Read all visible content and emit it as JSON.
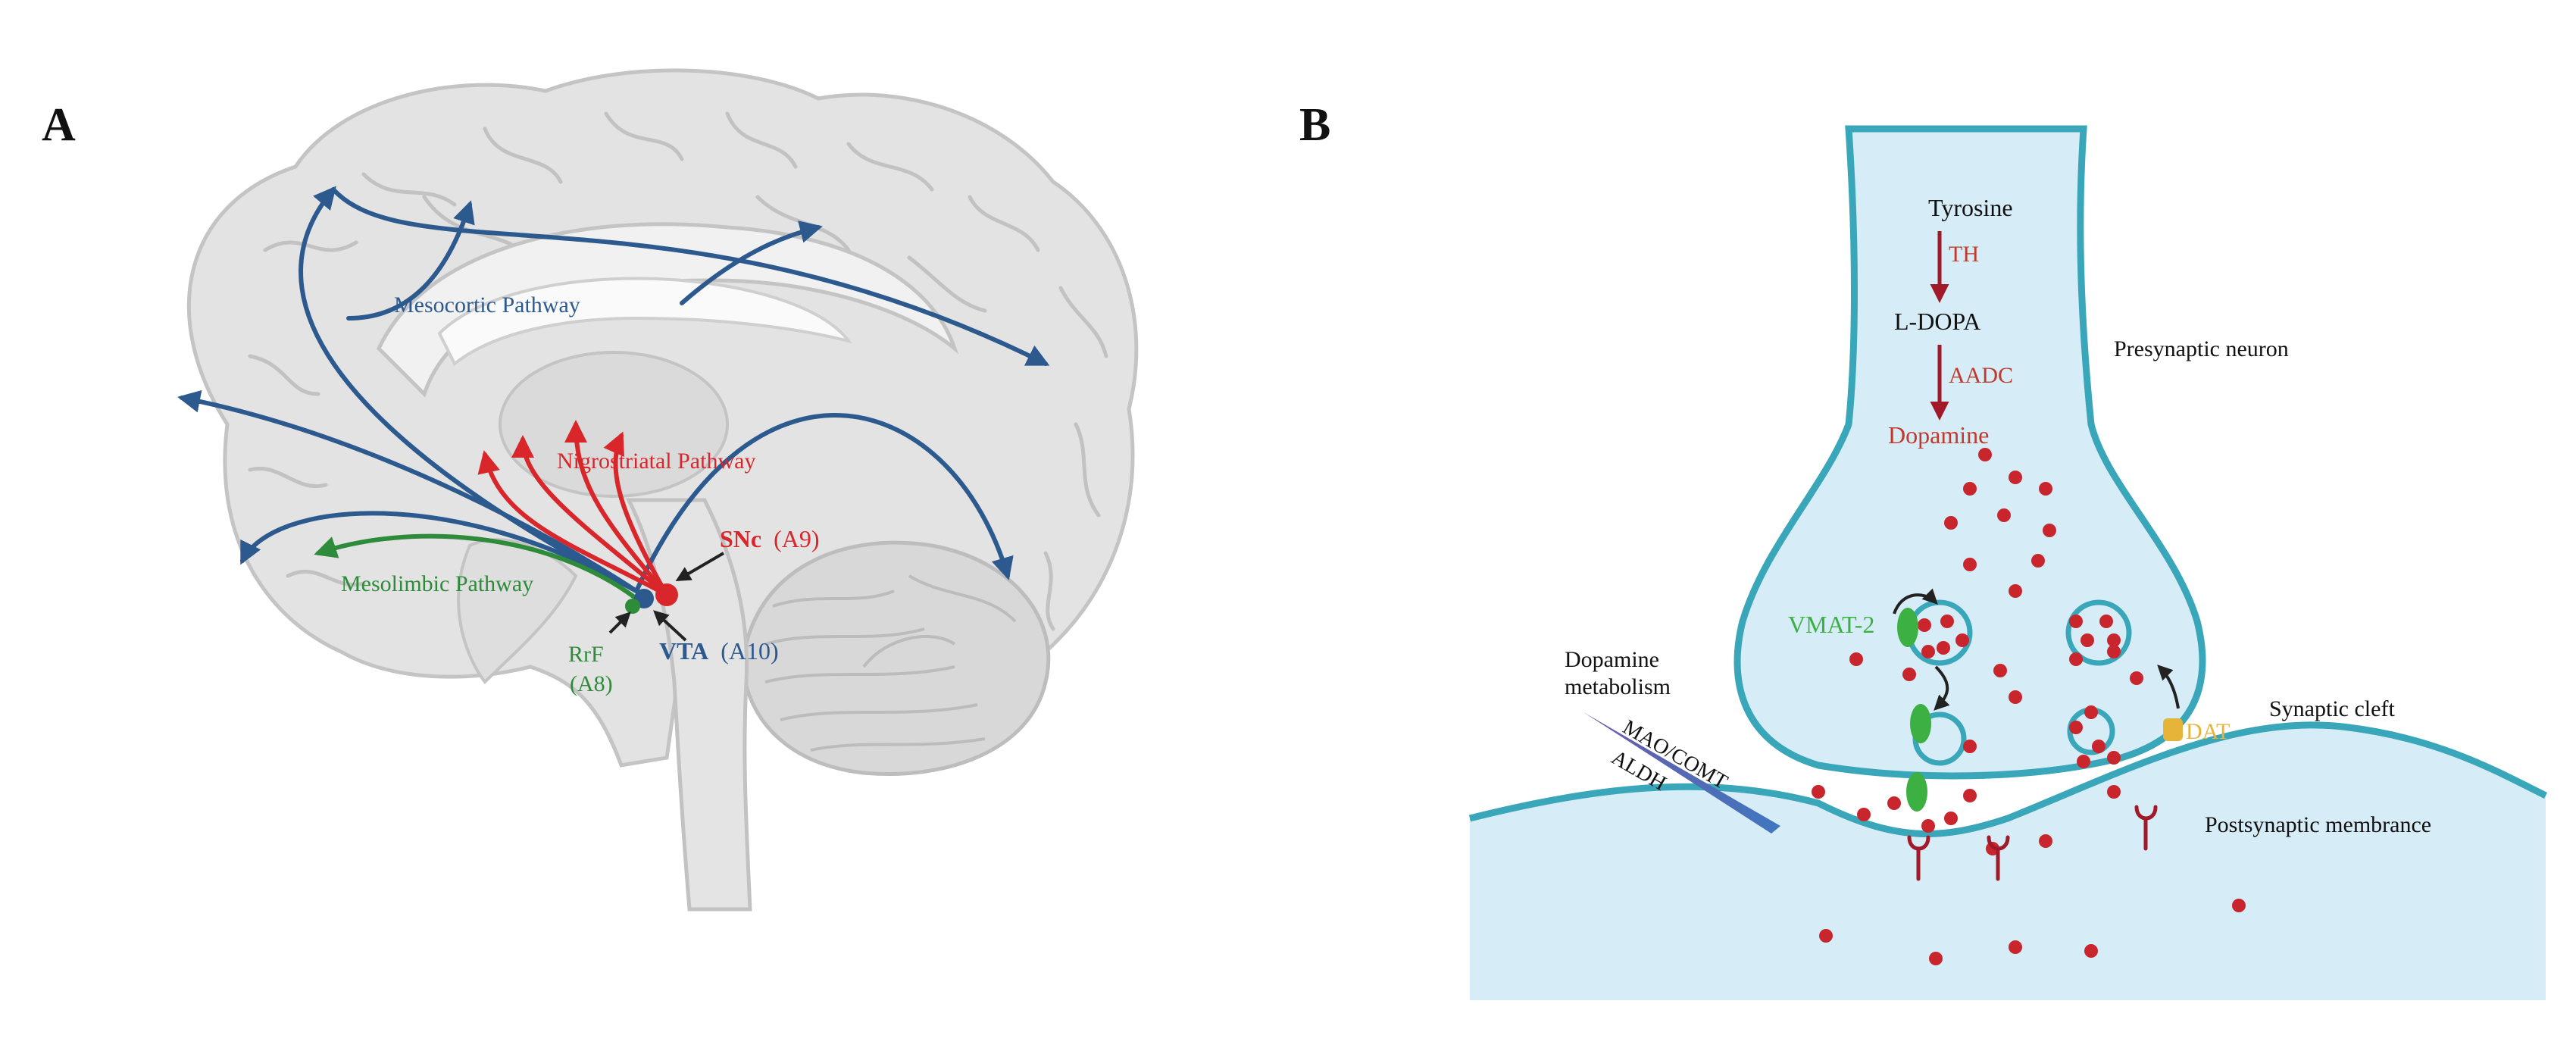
{
  "panel_a": {
    "letter": "A",
    "pathways": {
      "mesocortic": "Mesocortic Pathway",
      "nigrostriatal": "Nigrostriatal Pathway",
      "mesolimbic": "Mesolimbic Pathway"
    },
    "nuclei": {
      "snc_name": "SNc",
      "snc_code": "(A9)",
      "vta_name": "VTA",
      "vta_code": "(A10)",
      "rrf_name": "RrF",
      "rrf_code": "(A8)"
    }
  },
  "panel_b": {
    "letter": "B",
    "synthesis": {
      "tyrosine": "Tyrosine",
      "th": "TH",
      "ldopa": "L-DOPA",
      "aadc": "AADC",
      "dopamine": "Dopamine"
    },
    "labels": {
      "presynaptic": "Presynaptic neuron",
      "vmat2": "VMAT-2",
      "metabolism_line1": "Dopamine",
      "metabolism_line2": "metabolism",
      "mao_comt": "MAO/COMT",
      "aldh": "ALDH",
      "dat": "DAT",
      "synaptic_cleft": "Synaptic cleft",
      "postsynaptic": "Postsynaptic membrance"
    }
  },
  "colors": {
    "blue_pathway": "#2c5a8e",
    "red_pathway": "#d9262b",
    "green_pathway": "#2e8b3a",
    "membrane": "#3aa6b9",
    "cytoplasm": "#d6ecf7",
    "dopamine_dot": "#c8262c",
    "enzyme": "#a01a2a",
    "vmat_green": "#3cb043",
    "dat_yellow": "#e7b43a"
  }
}
